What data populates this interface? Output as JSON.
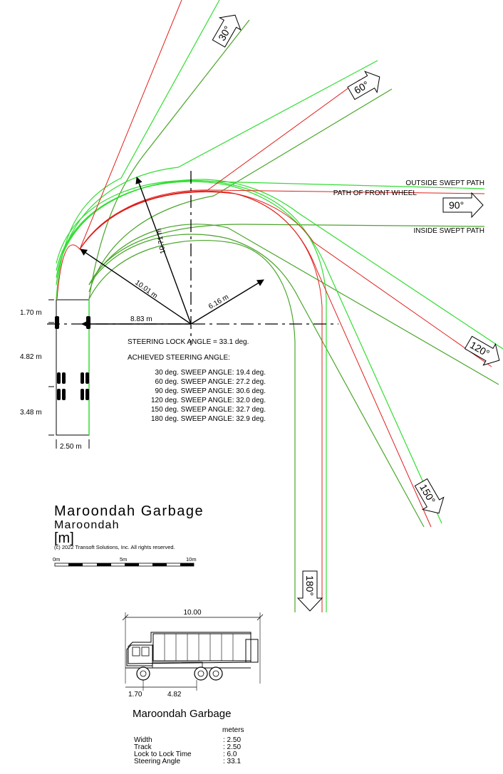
{
  "diagram": {
    "angle_markers": [
      "30°",
      "60°",
      "90°",
      "120°",
      "150°",
      "180°"
    ],
    "path_labels": {
      "outside": "OUTSIDE SWEPT PATH",
      "front_wheel": "PATH OF FRONT WHEEL",
      "inside": "INSIDE SWEPT PATH"
    },
    "radii": {
      "r1": "10.71 m",
      "r2": "10.01 m",
      "r3": "6.16 m",
      "r4": "8.83 m"
    },
    "vehicle_dims": {
      "front": "1.70 m",
      "wheelbase": "4.82 m",
      "rear": "3.48 m",
      "width": "2.50 m"
    },
    "steering_lock": "STEERING LOCK ANGLE = 33.1 deg.",
    "achieved_title": "ACHIEVED STEERING ANGLE:",
    "sweep_rows": [
      "30 deg. SWEEP ANGLE: 19.4 deg.",
      "60 deg. SWEEP ANGLE: 27.2 deg.",
      "90 deg. SWEEP ANGLE: 30.6 deg.",
      "120 deg. SWEEP ANGLE: 32.0 deg.",
      "150 deg. SWEEP ANGLE: 32.7 deg.",
      "180 deg. SWEEP ANGLE: 32.9 deg."
    ],
    "colors": {
      "outside": "#33dd33",
      "inside": "#4aa52a",
      "front_wheel": "#e0201c",
      "line": "#000000"
    }
  },
  "title_block": {
    "name": "Maroondah Garbage",
    "sub": "Maroondah",
    "unit": "[m]",
    "copyright": "(c) 2022 Transoft Solutions, Inc. All rights reserved.",
    "scale_labels": [
      "0m",
      "5m",
      "10m"
    ]
  },
  "truck": {
    "overall_length": "10.00",
    "front_overhang": "1.70",
    "wheelbase": "4.82"
  },
  "specs": {
    "title": "Maroondah Garbage",
    "units": "meters",
    "rows": [
      {
        "label": "Width",
        "value": ": 2.50"
      },
      {
        "label": "Track",
        "value": ": 2.50"
      },
      {
        "label": "Lock to Lock Time",
        "value": ": 6.0"
      },
      {
        "label": "Steering Angle",
        "value": ": 33.1"
      }
    ]
  }
}
